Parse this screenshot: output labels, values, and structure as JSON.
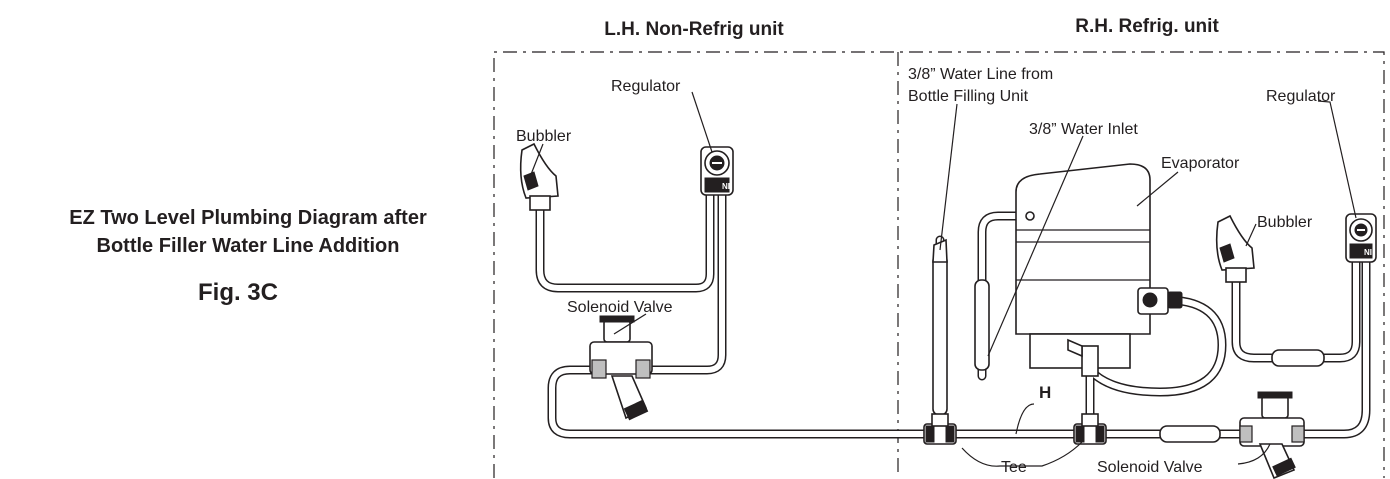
{
  "title": {
    "line1": "EZ Two Level Plumbing Diagram after",
    "line2": "Bottle Filler Water Line Addition",
    "figure": "Fig. 3C"
  },
  "panels": {
    "left_header": "L.H. Non-Refrig unit",
    "right_header": "R.H. Refrig. unit"
  },
  "labels": {
    "left_regulator": "Regulator",
    "left_bubbler": "Bubbler",
    "left_solenoid": "Solenoid Valve",
    "water_line_1": "3/8” Water Line from",
    "water_line_2": "Bottle Filling Unit",
    "water_inlet": "3/8” Water Inlet",
    "evaporator": "Evaporator",
    "right_regulator": "Regulator",
    "right_bubbler": "Bubbler",
    "h_marker": "H",
    "tee": "Tee",
    "right_solenoid": "Solenoid Valve"
  },
  "regulator_badge": "NI"
}
